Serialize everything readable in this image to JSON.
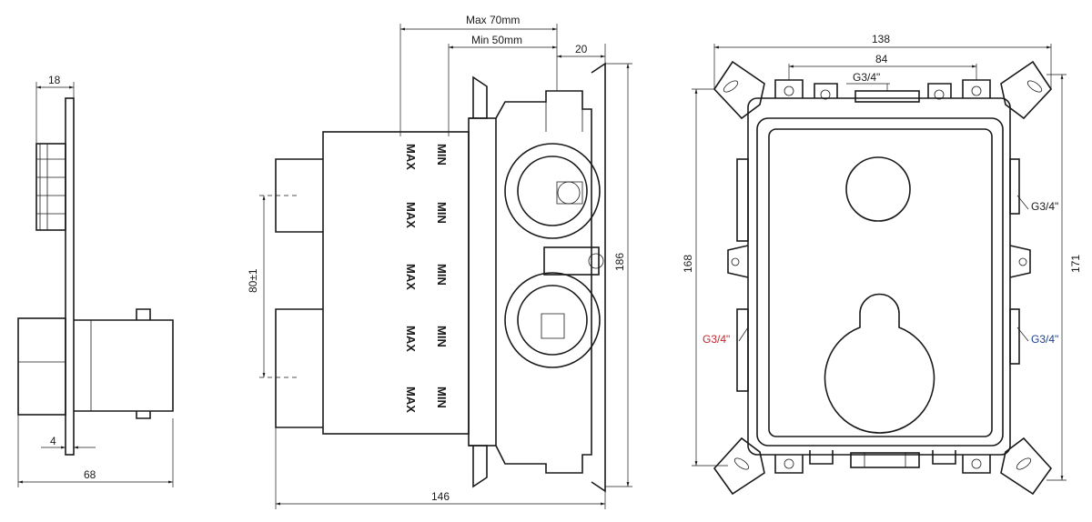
{
  "side_view": {
    "dim_top": "18",
    "dim_bottom_small": "4",
    "dim_bottom": "68"
  },
  "section_view": {
    "max_label": "Max 70mm",
    "min_label": "Min 50mm",
    "dim_20": "20",
    "dim_80": "80±1",
    "dim_186": "186",
    "dim_146": "146",
    "max_word": "MAX",
    "min_word": "MIN"
  },
  "front_view": {
    "dim_138": "138",
    "dim_84": "84",
    "dim_168": "168",
    "dim_171": "171",
    "port_top": "G3/4\"",
    "port_right_upper": "G3/4\"",
    "port_left_lower": "G3/4\"",
    "port_right_lower": "G3/4\"",
    "colors": {
      "hot": "#c0262b",
      "cold": "#1d3f8f",
      "line": "#1a1a1a"
    }
  }
}
